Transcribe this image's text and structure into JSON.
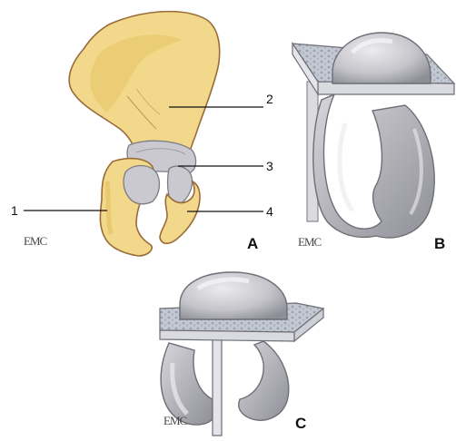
{
  "labels": {
    "callouts": [
      "1",
      "2",
      "3",
      "4"
    ],
    "panels": [
      "A",
      "B",
      "C"
    ]
  },
  "logo_text": "EMC",
  "colors": {
    "bone": "#f2d88a",
    "bone_shade": "#e2bf5e",
    "bone_outline": "#9a6b3a",
    "cartilage": "#c9c9cf",
    "cartilage_light": "#e2e2e6",
    "block": "#b9bfca",
    "leader": "#111111"
  },
  "icons": [
    "emc-logo"
  ]
}
